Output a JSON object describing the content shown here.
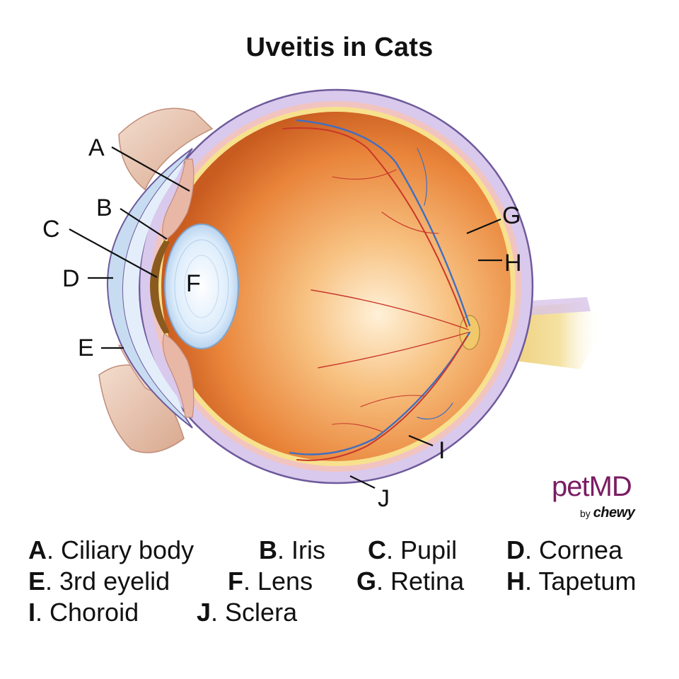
{
  "title": "Uveitis in Cats",
  "markers": [
    "A",
    "B",
    "C",
    "D",
    "E",
    "F",
    "G",
    "H",
    "I",
    "J"
  ],
  "logo": {
    "main": "petMD",
    "by": "by",
    "brand": "chewy",
    "color": "#7a1d63"
  },
  "legend": [
    {
      "letter": "A",
      "term": "Ciliary body"
    },
    {
      "letter": "B",
      "term": "Iris"
    },
    {
      "letter": "C",
      "term": "Pupil"
    },
    {
      "letter": "D",
      "term": "Cornea"
    },
    {
      "letter": "E",
      "term": "3rd eyelid"
    },
    {
      "letter": "F",
      "term": "Lens"
    },
    {
      "letter": "G",
      "term": "Retina"
    },
    {
      "letter": "H",
      "term": "Tapetum"
    },
    {
      "letter": "I",
      "term": "Choroid"
    },
    {
      "letter": "J",
      "term": "Sclera"
    }
  ],
  "colors": {
    "sclera": "#d9c9ec",
    "eyeball": "#e8833a",
    "cornea": "#cfe0f2",
    "lens": "#e6f1fb",
    "optic_nerve": "#efd07a",
    "vessel_red": "#c8372a",
    "vessel_blue": "#3f6fc2"
  }
}
